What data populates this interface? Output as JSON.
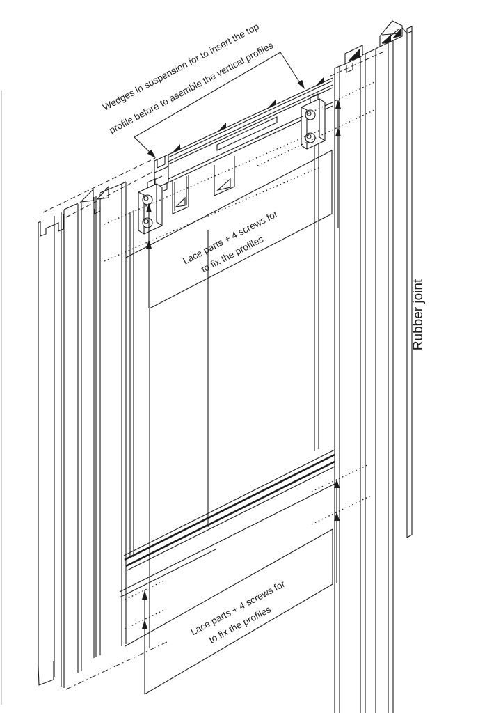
{
  "annotations": {
    "top_note": {
      "line1": "Wedges in suspension for to insert the top",
      "line2": "profile before to asemble the vertical profiles"
    },
    "mid_note": {
      "line1": "Lace parts + 4 screws for",
      "line2": "to fix the profiles"
    },
    "bottom_note": {
      "line1": "Lace parts + 4 screws for",
      "line2": "to fix the profiles"
    },
    "rubber_joint_label": "Rubber joint"
  },
  "colors": {
    "line": "#1c1c1c",
    "background": "#ffffff"
  }
}
